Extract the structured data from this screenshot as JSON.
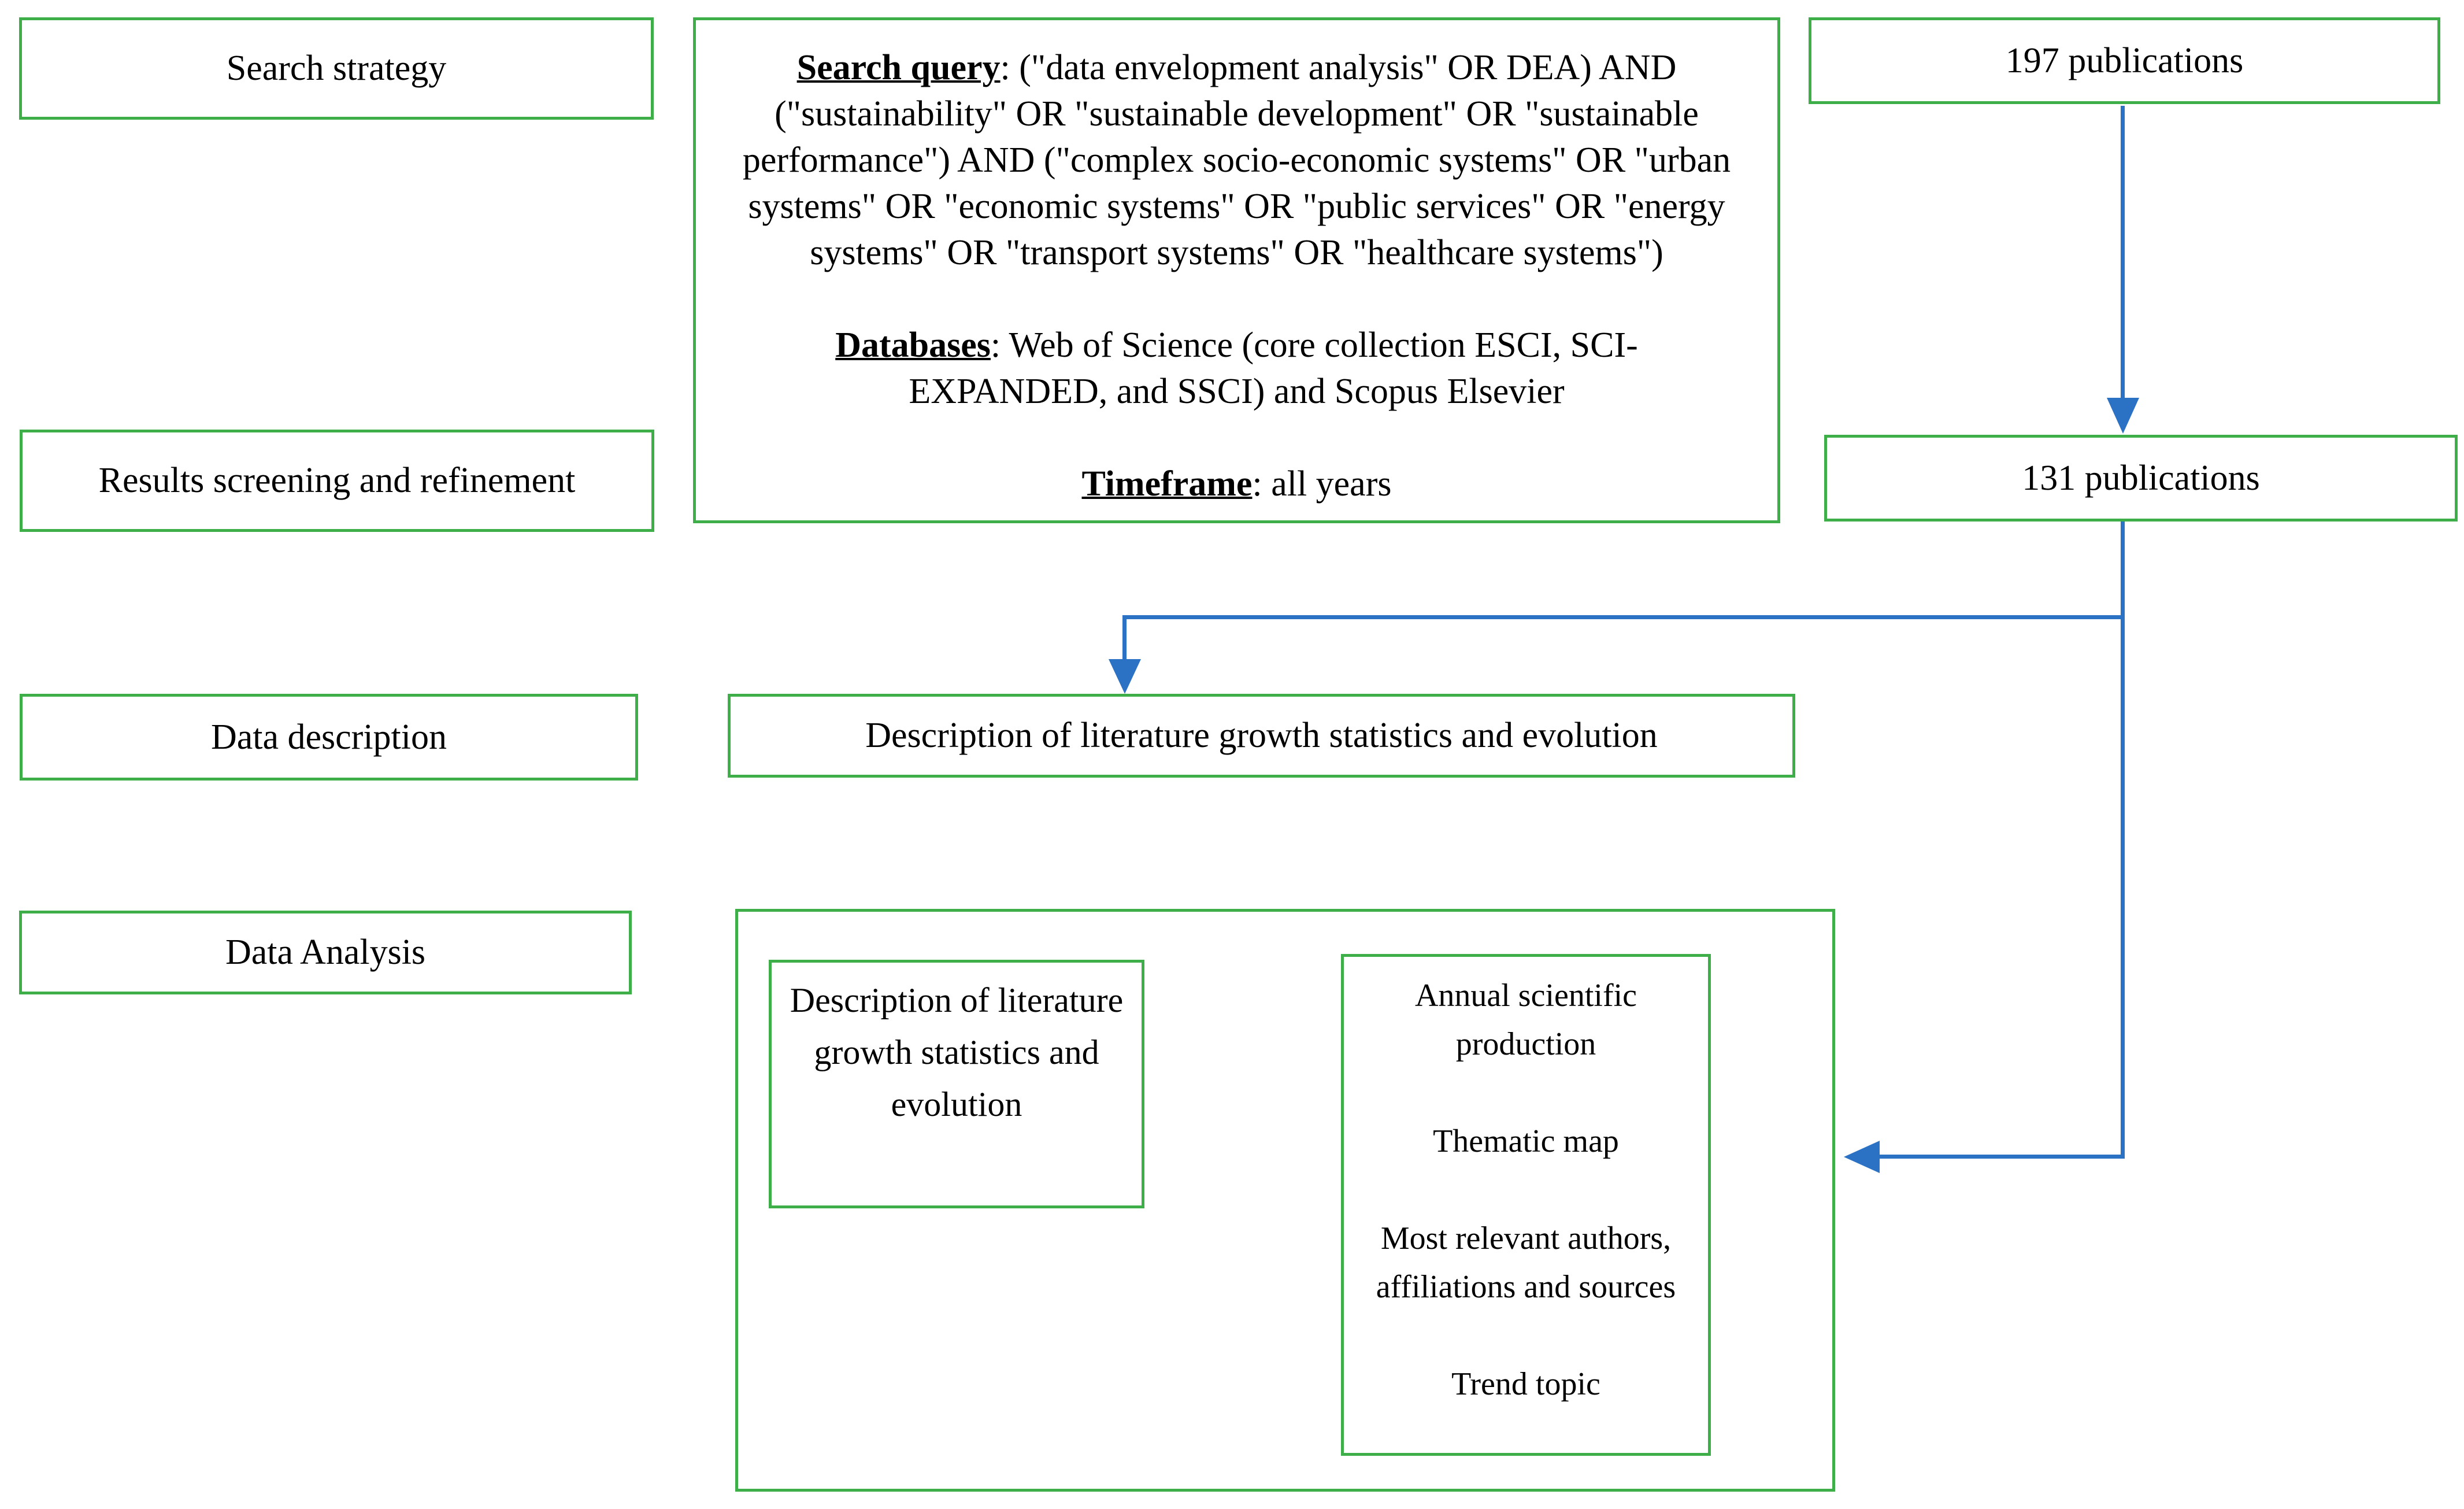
{
  "flow": {
    "stages": [
      "Search strategy",
      "Results screening and refinement",
      "Data description",
      "Data Analysis"
    ],
    "search_box": {
      "query": {
        "label": "Search query",
        "lines": [
          ": (\"data envelopment analysis\" OR DEA) AND",
          "(\"sustainability\" OR \"sustainable development\" OR \"sustainable",
          "performance\") AND (\"complex socio-economic systems\" OR \"urban",
          "systems\" OR \"economic systems\" OR \"public services\" OR \"energy",
          "systems\" OR \"transport systems\" OR \"healthcare systems\")"
        ]
      },
      "databases": {
        "label": "Databases",
        "lines": [
          ": Web of Science (core collection ESCI, SCI-",
          "EXPANDED, and SSCI) and Scopus Elsevier"
        ]
      },
      "timeframe": {
        "label": "Timeframe",
        "lines": [
          ": all years"
        ]
      }
    },
    "counts": {
      "initial": "197 publications",
      "refined": "131 publications"
    },
    "description_box": "Description of literature growth statistics and evolution",
    "analysis": {
      "left_box": "Description of literature growth statistics and evolution",
      "right_box_items": [
        "Annual scientific production",
        "Thematic map",
        "Most relevant authors, affiliations and sources",
        "Trend topic"
      ]
    },
    "colors": {
      "box_border": "#3EAE49",
      "arrow": "#2B72C5"
    }
  }
}
